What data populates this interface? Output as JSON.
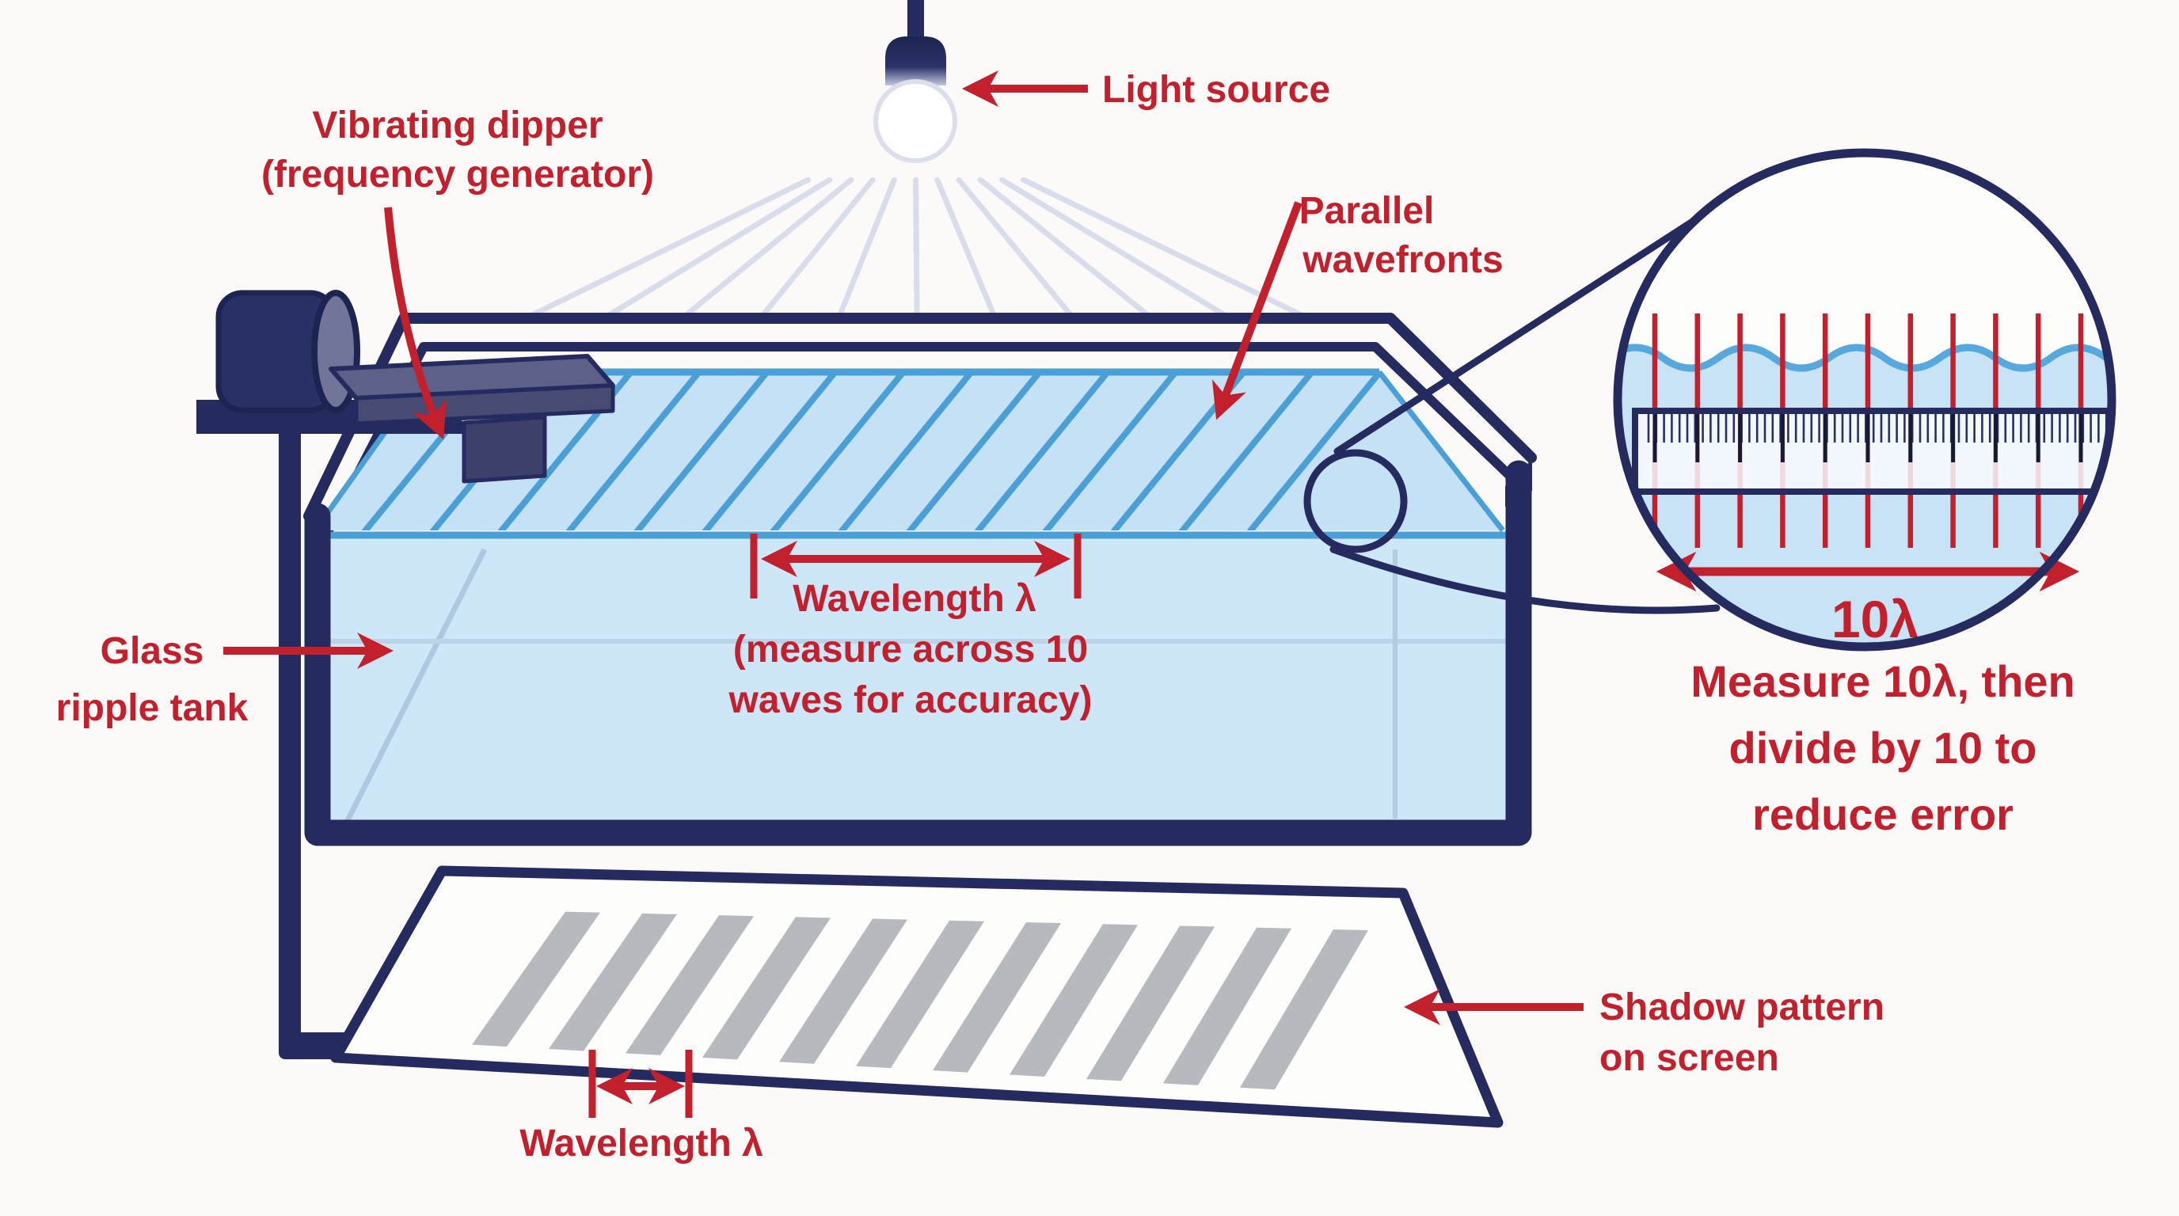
{
  "figure": {
    "title": "Ripple tank wavelength measurement diagram"
  },
  "labels": {
    "light_source": "Light source",
    "vibrating_dipper": [
      "Vibrating dipper",
      "(frequency generator)"
    ],
    "parallel_wavefronts": [
      "Parallel",
      "wavefronts"
    ],
    "glass_ripple_tank": [
      "Glass",
      "ripple tank"
    ],
    "surface_wavelength": [
      "Wavelength λ",
      "(measure across 10",
      "waves for accuracy)"
    ],
    "magnifier_span": "10λ",
    "magnifier_note": [
      "Measure 10λ, then",
      "divide by 10 to",
      "reduce error"
    ],
    "shadow_pattern": [
      "Shadow pattern",
      "on screen"
    ],
    "screen_wavelength": "Wavelength λ"
  },
  "counts": {
    "wavefront_lines": 14,
    "light_rays": 11,
    "magnifier_wave_markers": 11,
    "magnifier_wavelengths_spanned": 10,
    "shadow_stripes": 11
  },
  "colors": {
    "background": "#fbfaf8",
    "navy": "#252b5e",
    "red": "#c2202d",
    "water_front": "#cde6f8",
    "water_surface": "#c5e1f5",
    "wave_line": "#4b9fd7",
    "magnifier_water": "#c8e3f5",
    "magnifier_wave": "#57a9dd",
    "shadow_gray": "#b6babf",
    "light_ray": "#d9dcea",
    "dipper_slate": "#5d6187",
    "motor_cap": "#71759a",
    "ruler_fill": "#f7fafd",
    "inner_glass_line": "#aec8e2"
  }
}
